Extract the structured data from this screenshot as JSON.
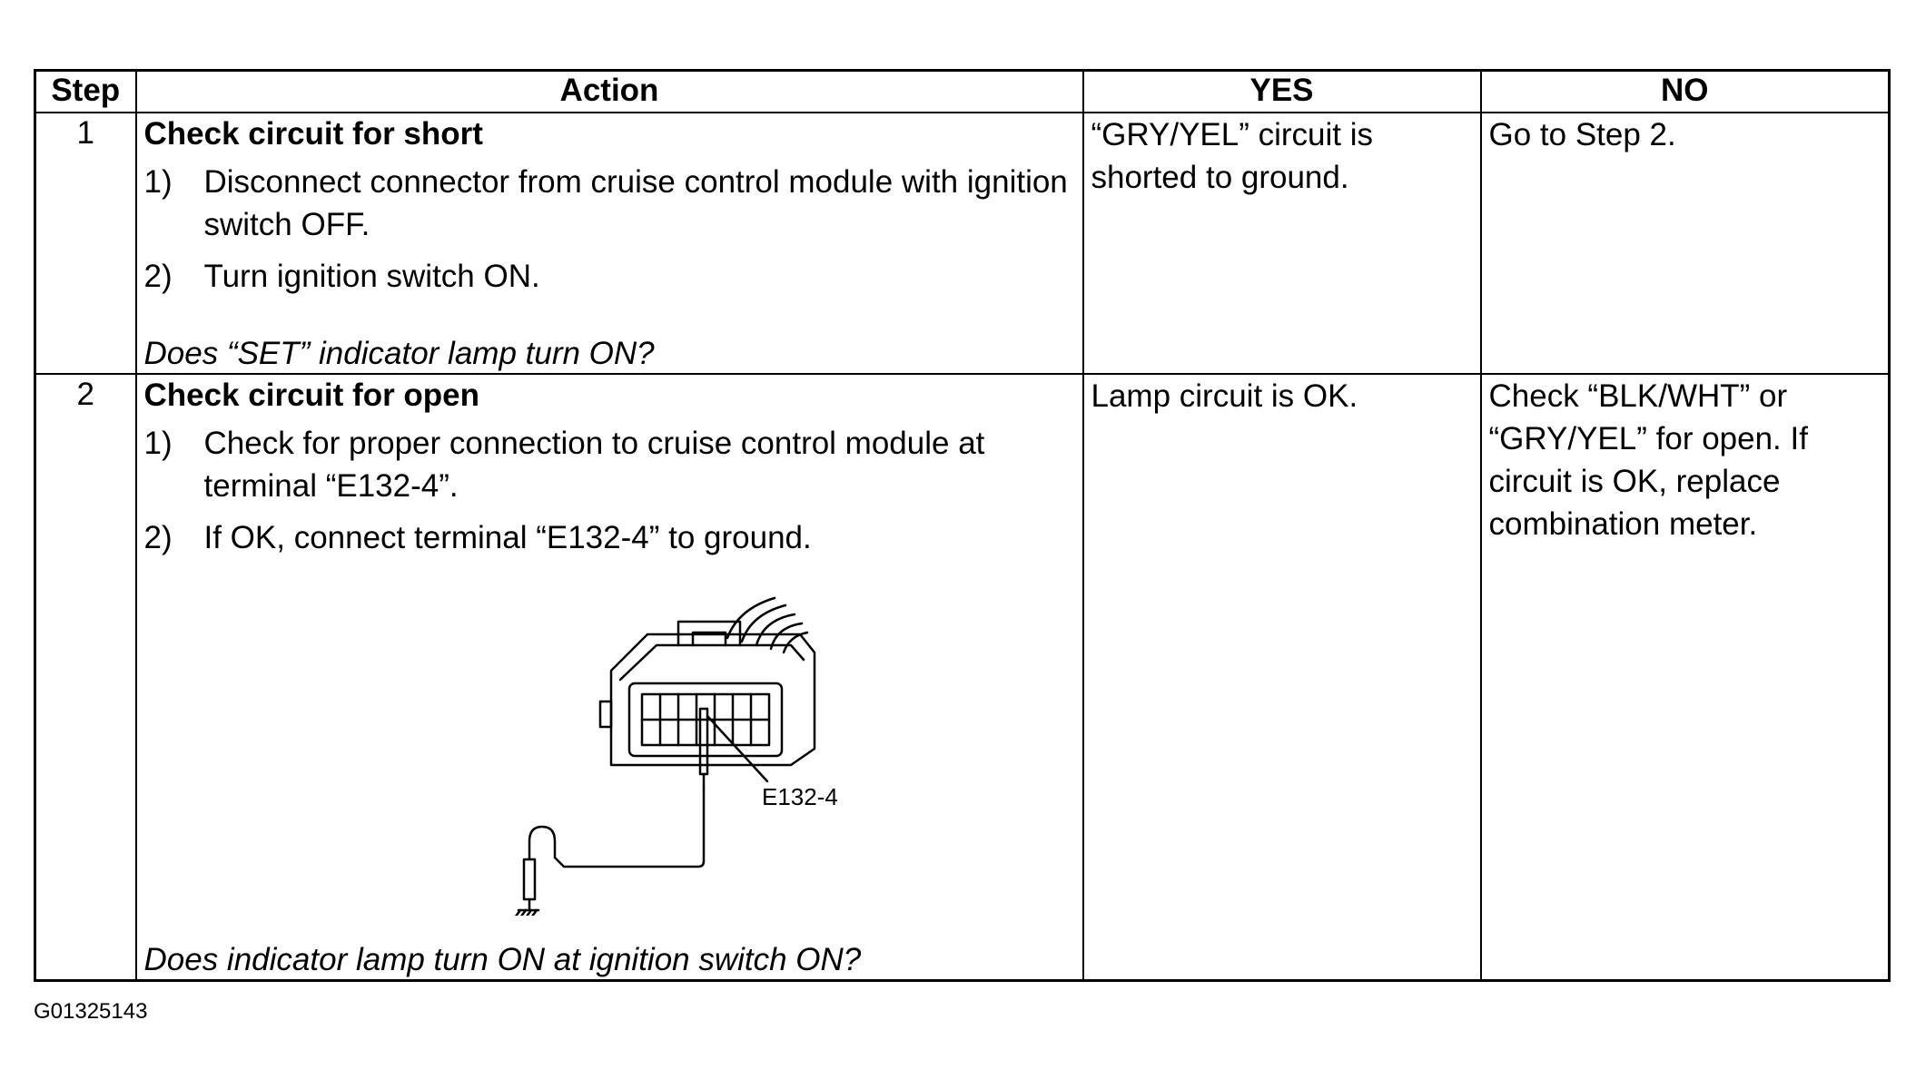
{
  "table": {
    "headers": {
      "step": "Step",
      "action": "Action",
      "yes": "YES",
      "no": "NO"
    },
    "rows": [
      {
        "step": "1",
        "title": "Check circuit for short",
        "items": [
          {
            "num": "1)",
            "text": "Disconnect connector from cruise control module with ignition switch OFF."
          },
          {
            "num": "2)",
            "text": "Turn ignition switch ON."
          }
        ],
        "question": "Does “SET” indicator lamp turn ON?",
        "yes": "“GRY/YEL” circuit is shorted to ground.",
        "no": "Go to Step 2."
      },
      {
        "step": "2",
        "title": "Check circuit for open",
        "items": [
          {
            "num": "1)",
            "text": "Check for proper connection to cruise control module at terminal “E132-4”."
          },
          {
            "num": "2)",
            "text": "If OK, connect terminal “E132-4” to ground."
          }
        ],
        "figure_label": "E132-4",
        "question": "Does indicator lamp turn ON at ignition switch ON?",
        "yes": "Lamp circuit is OK.",
        "no": "Check “BLK/WHT” or “GRY/YEL” for open. If circuit is OK, replace combination meter."
      }
    ]
  },
  "figure_id": "G01325143"
}
